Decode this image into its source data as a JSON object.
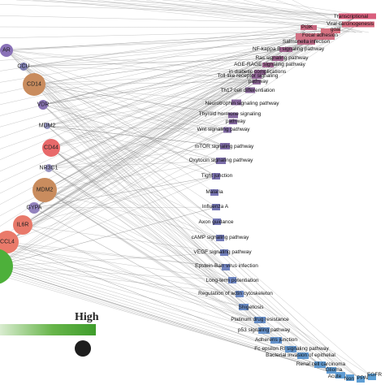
{
  "legend": {
    "high_label": "High"
  },
  "genes": [
    {
      "label": "AR",
      "color": "#8a72b8"
    },
    {
      "label": "CCU",
      "color": "#7d7db0"
    },
    {
      "label": "CD14",
      "color": "#c98c5e"
    },
    {
      "label": "VDR",
      "color": "#8873b3"
    },
    {
      "label": "MDM2",
      "color": "#9494c0"
    },
    {
      "label": "CD44",
      "color": "#e8696a"
    },
    {
      "label": "NR3C1",
      "color": "#9a96c3"
    },
    {
      "label": "MDM2",
      "color": "#c98c5e"
    },
    {
      "label": "GYPA",
      "color": "#9282bd"
    },
    {
      "label": "IL6R",
      "color": "#e8796a"
    },
    {
      "label": "CCL4",
      "color": "#ea7a6a"
    },
    {
      "label": "",
      "color": "#4db03a"
    }
  ],
  "pathways": [
    {
      "label": "Transcriptional",
      "color": "#d95f7d"
    },
    {
      "label": "Viral carcinogenesis",
      "color": "#d96b80"
    },
    {
      "label": "PI3K",
      "color": "#c8667f"
    },
    {
      "label": "goal",
      "color": "#d6707f"
    },
    {
      "label": "Focal adhesion",
      "color": "#d27285"
    },
    {
      "label": "Salmonella infection",
      "color": "#bb6b88"
    },
    {
      "label": "NF-kappa B signaling pathway",
      "color": "#a0648f"
    },
    {
      "label": "Ras signaling pathway",
      "color": "#a16591"
    },
    {
      "label": "AGE-RAGE signaling pathway",
      "color": "#9f6590"
    },
    {
      "label": "in diabetic complications",
      "color": "#946797"
    },
    {
      "label": "Toll-like receptor signaling",
      "color": "#906597"
    },
    {
      "label": "pathway",
      "color": "#8d6798"
    },
    {
      "label": "Th17 cell differentiation",
      "color": "#8a699c"
    },
    {
      "label": "Neurotrophin signaling pathway",
      "color": "#8a6aa0"
    },
    {
      "label": "Thyroid hormone signaling",
      "color": "#8568a0"
    },
    {
      "label": "pathway",
      "color": "#8569a1"
    },
    {
      "label": "Wnt signaling pathway",
      "color": "#816ba5"
    },
    {
      "label": "mTOR signaling pathway",
      "color": "#7e6ba6"
    },
    {
      "label": "Oxytocin signaling pathway",
      "color": "#7b6da9"
    },
    {
      "label": "Tight junction",
      "color": "#7a70ad"
    },
    {
      "label": "Malaria",
      "color": "#7875b3"
    },
    {
      "label": "Influenza A",
      "color": "#7476b3"
    },
    {
      "label": "Axon guidance",
      "color": "#7478b5"
    },
    {
      "label": "cAMP signaling pathway",
      "color": "#737bb8"
    },
    {
      "label": "VEGF signaling pathway",
      "color": "#727fbb"
    },
    {
      "label": "Epstein-Barr virus infection",
      "color": "#7082bd"
    },
    {
      "label": "Long-term potentiation",
      "color": "#6e86c0"
    },
    {
      "label": "Regulation of actin cytoskeleton",
      "color": "#6c89c3"
    },
    {
      "label": "Shigellosis",
      "color": "#6a8cc6"
    },
    {
      "label": "Platinum drug resistance",
      "color": "#688fc8"
    },
    {
      "label": "p53 signaling pathway",
      "color": "#6691ca"
    },
    {
      "label": "Adherens junction",
      "color": "#6593cc"
    },
    {
      "label": "Fc epsilon RI signaling pathway",
      "color": "#6396ce"
    },
    {
      "label": "Bacterial invasion of epithelial",
      "color": "#6298cf"
    },
    {
      "label": "Renal cell carcinoma",
      "color": "#619ad1"
    },
    {
      "label": "Glioma",
      "color": "#609bd2"
    },
    {
      "label": "Acute",
      "color": "#5f9cd3"
    },
    {
      "label": "Non",
      "color": "#5f9dd3"
    },
    {
      "label": "PPAR",
      "color": "#5e9ed4"
    },
    {
      "label": "EGFR",
      "color": "#5d9fd5"
    }
  ]
}
